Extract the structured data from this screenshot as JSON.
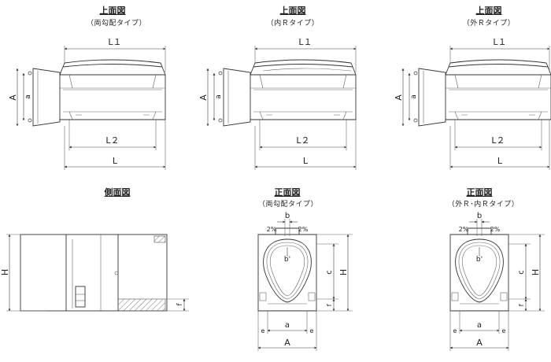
{
  "views": {
    "top1": {
      "title": "上面図",
      "subtitle": "（両勾配タイプ）"
    },
    "top2": {
      "title": "上面図",
      "subtitle": "（内Ｒタイプ）"
    },
    "top3": {
      "title": "上面図",
      "subtitle": "（外Ｒタイプ）"
    },
    "side": {
      "title": "側面図"
    },
    "front1": {
      "title": "正面図",
      "subtitle": "（両勾配タイプ）"
    },
    "front2": {
      "title": "正面図",
      "subtitle": "（外Ｒ･内Ｒタイプ）"
    }
  },
  "dims": {
    "L1": "L１",
    "L2": "L２",
    "L": "L",
    "A": "A",
    "a": "a",
    "H": "H",
    "f": "f",
    "b": "b",
    "b_prime": "b'",
    "c": "c",
    "e": "e",
    "slope": "2%"
  }
}
